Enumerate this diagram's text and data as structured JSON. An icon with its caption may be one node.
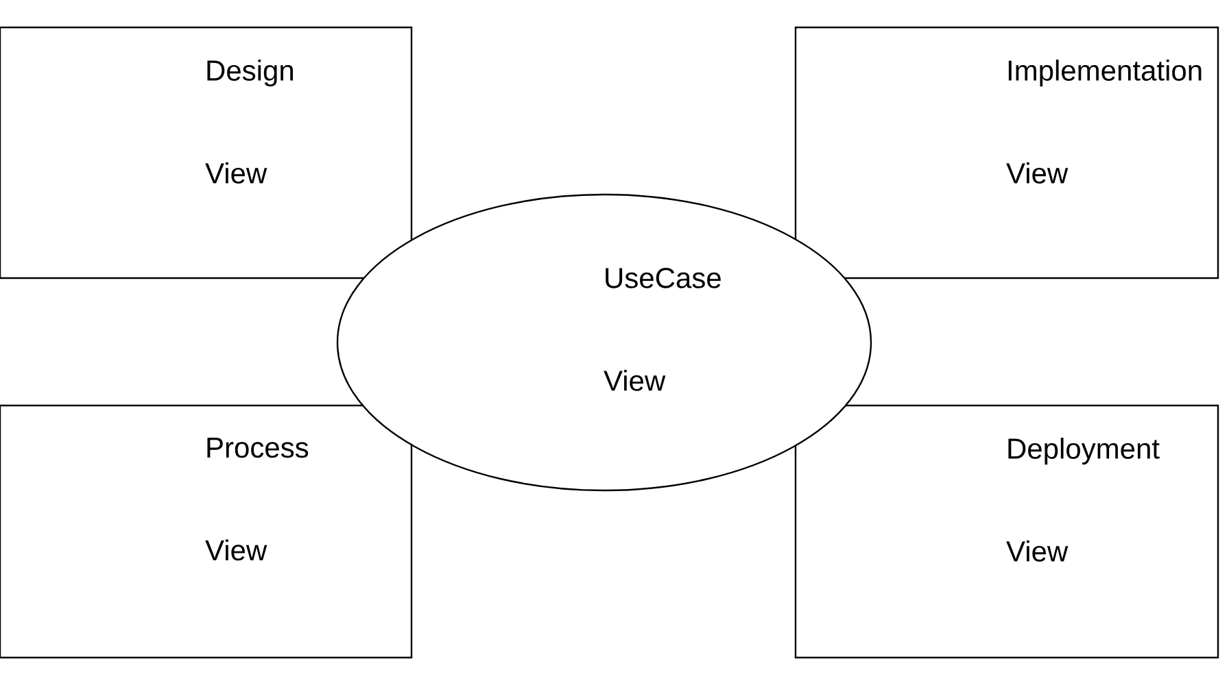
{
  "diagram": {
    "nodes": [
      {
        "text": [
          "Design View"
        ]
      },
      {
        "text": [
          "Implementation View"
        ]
      },
      {
        "text": [
          "Process View"
        ]
      },
      {
        "text": [
          "Deployment View"
        ]
      },
      {
        "text": [
          "UseCase View"
        ]
      }
    ]
  }
}
